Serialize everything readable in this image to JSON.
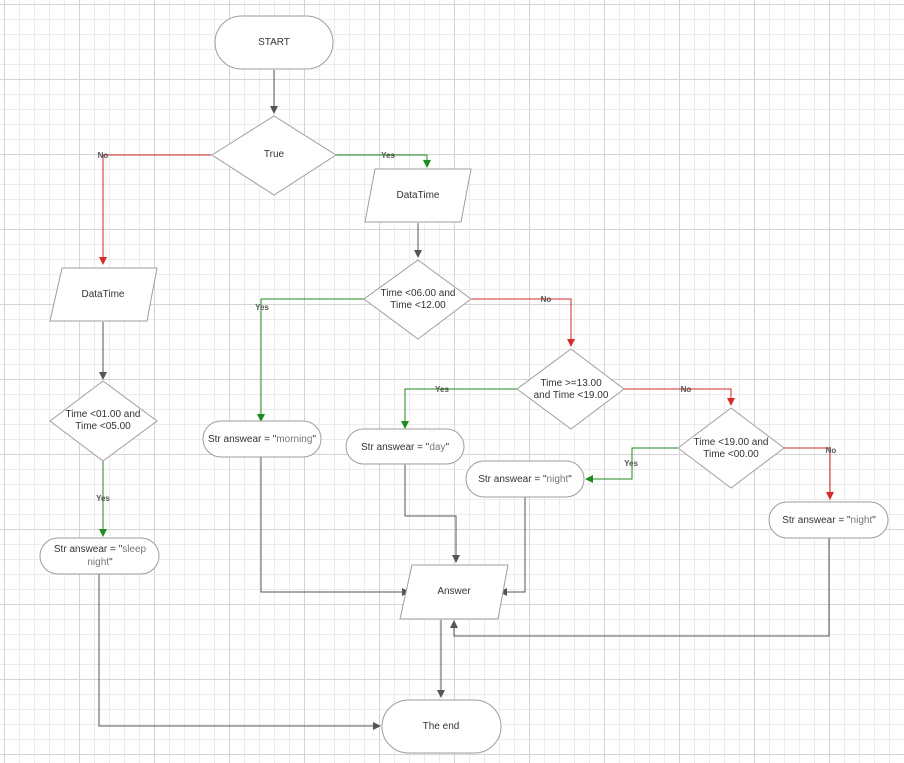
{
  "colors": {
    "yes": "#1f8a1f",
    "no": "#d62b2b",
    "plain": "#555555",
    "shape_stroke": "#9e9e9e"
  },
  "nodes": {
    "start": {
      "type": "terminator",
      "label": "START"
    },
    "cond_true": {
      "type": "decision",
      "label": "True"
    },
    "input_right": {
      "type": "data",
      "label": "DataTime"
    },
    "input_left": {
      "type": "data",
      "label": "DataTime"
    },
    "cond_morning": {
      "type": "decision",
      "line1": "Time <06.00 and",
      "line2": "Time <12.00"
    },
    "cond_day": {
      "type": "decision",
      "line1": "Time >=13.00",
      "line2": "and Time <19.00"
    },
    "cond_night": {
      "type": "decision",
      "line1": "Time <19.00 and",
      "line2": "Time <00.00"
    },
    "cond_sleep": {
      "type": "decision",
      "line1": "Time <01.00 and",
      "line2": "Time <05.00"
    },
    "ans_morning": {
      "type": "process",
      "prefix": "Str answear = \"",
      "value": "morning",
      "suffix": "\""
    },
    "ans_day": {
      "type": "process",
      "prefix": "Str answear = \"",
      "value": "day",
      "suffix": "\""
    },
    "ans_night1": {
      "type": "process",
      "prefix": "Str answear = \"",
      "value": "night",
      "suffix": "\""
    },
    "ans_night2": {
      "type": "process",
      "prefix": "Str answear = \"",
      "value": "night",
      "suffix": "\""
    },
    "ans_sleep": {
      "type": "process",
      "line1_prefix": "Str answear = \"",
      "line1_value": "sleep",
      "line2_value": "night",
      "line2_suffix": "\""
    },
    "answer": {
      "type": "data",
      "label": "Answer"
    },
    "end": {
      "type": "terminator",
      "label": "The end"
    }
  },
  "edges": [
    {
      "id": "start_to_true",
      "kind": "plain",
      "label": ""
    },
    {
      "id": "true_no",
      "kind": "no",
      "label": "No"
    },
    {
      "id": "true_yes",
      "kind": "yes",
      "label": "Yes"
    },
    {
      "id": "input_right_to_morning",
      "kind": "plain",
      "label": ""
    },
    {
      "id": "morning_yes",
      "kind": "yes",
      "label": "Yes"
    },
    {
      "id": "morning_no",
      "kind": "no",
      "label": "No"
    },
    {
      "id": "day_yes",
      "kind": "yes",
      "label": "Yes"
    },
    {
      "id": "day_no",
      "kind": "no",
      "label": "No"
    },
    {
      "id": "night_yes",
      "kind": "yes",
      "label": "Yes"
    },
    {
      "id": "night_no",
      "kind": "no",
      "label": "No"
    },
    {
      "id": "input_left_to_sleep",
      "kind": "plain",
      "label": ""
    },
    {
      "id": "sleep_yes",
      "kind": "yes",
      "label": "Yes"
    },
    {
      "id": "morning_to_answer",
      "kind": "plain",
      "label": ""
    },
    {
      "id": "day_to_answer",
      "kind": "plain",
      "label": ""
    },
    {
      "id": "night1_to_answer",
      "kind": "plain",
      "label": ""
    },
    {
      "id": "night2_to_answer",
      "kind": "plain",
      "label": ""
    },
    {
      "id": "answer_to_end",
      "kind": "plain",
      "label": ""
    },
    {
      "id": "sleep_to_end",
      "kind": "plain",
      "label": ""
    }
  ]
}
